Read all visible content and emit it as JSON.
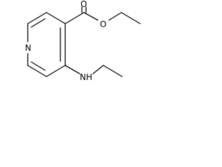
{
  "molecule": {
    "atoms": {
      "ring_nitrogen": "N",
      "carbonyl_oxygen": "O",
      "ester_oxygen": "O",
      "amine": "NH"
    }
  },
  "colors": {
    "bond": "#000000",
    "label": "#000000",
    "background": "#ffffff"
  }
}
